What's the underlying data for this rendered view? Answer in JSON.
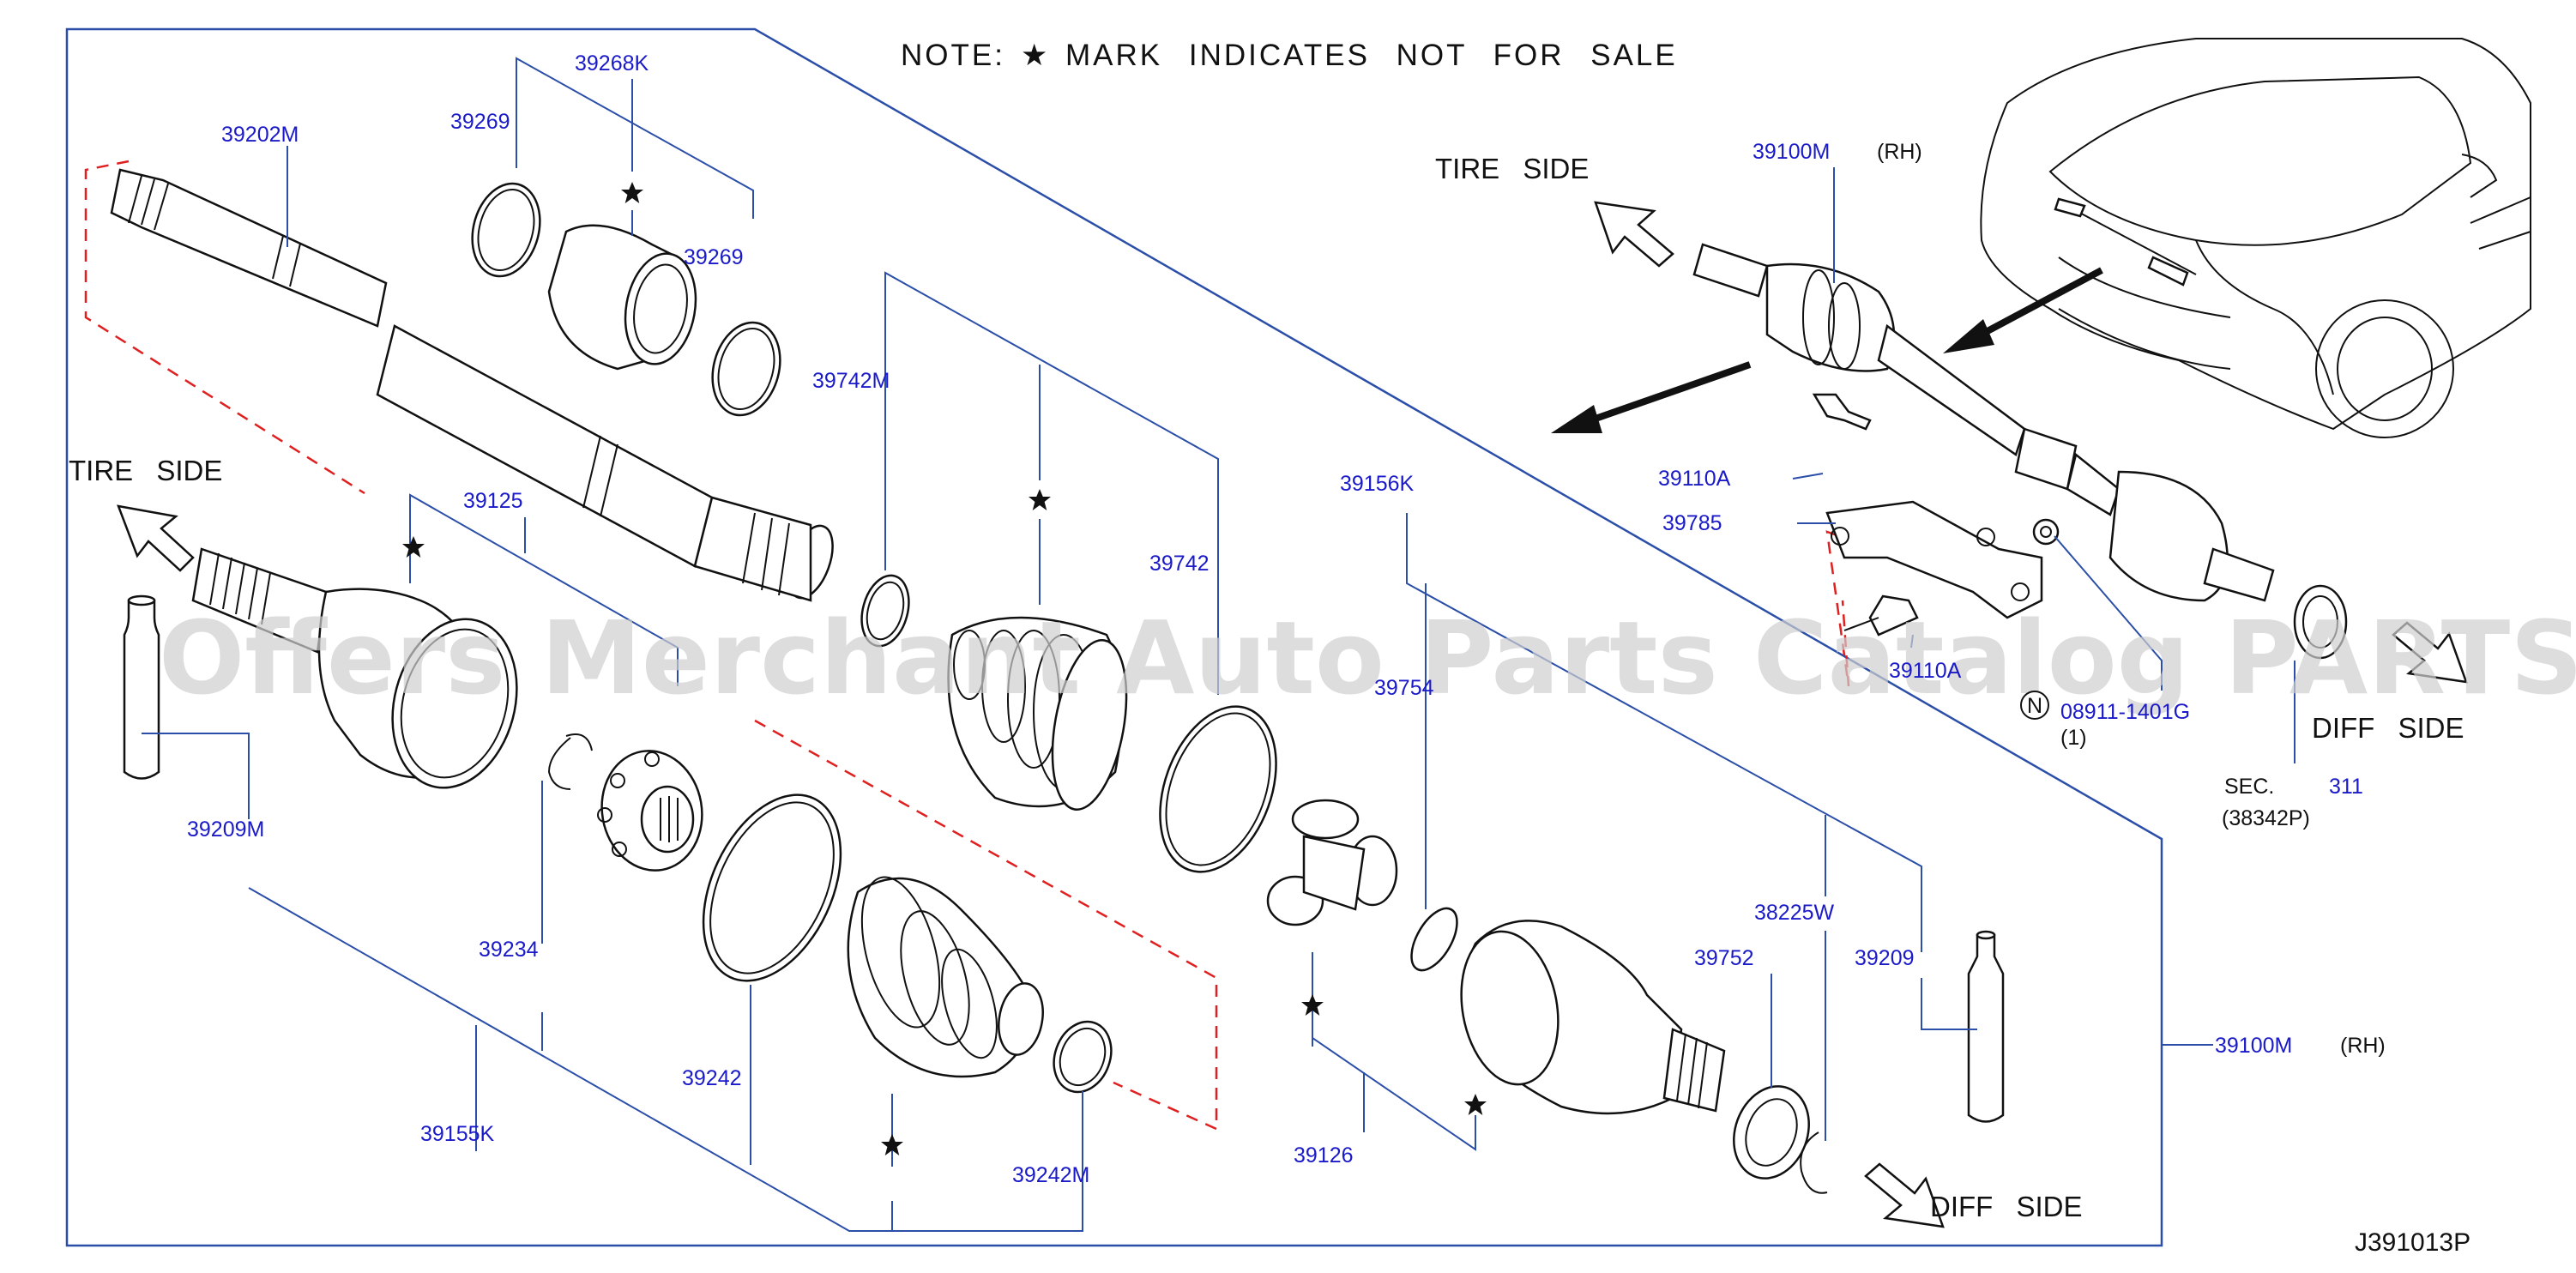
{
  "note": {
    "prefix": "NOTE:",
    "star": "★",
    "text": "MARK INDICATES NOT FOR SALE"
  },
  "sides": {
    "tire_left": "TIRE SIDE",
    "tire_right": "TIRE SIDE",
    "diff_bottom": "DIFF SIDE",
    "diff_right": "DIFF SIDE"
  },
  "parts": {
    "p39202M": "39202M",
    "p39268K": "39268K",
    "p39269a": "39269",
    "p39269b": "39269",
    "p39742M": "39742M",
    "p39125": "39125",
    "p39742": "39742",
    "p39156K": "39156K",
    "p39754": "39754",
    "p39209M": "39209M",
    "p39234": "39234",
    "p39242": "39242",
    "p39155K": "39155K",
    "p39242M": "39242M",
    "p39126": "39126",
    "p38225W": "38225W",
    "p39752": "39752",
    "p39209": "39209",
    "p39100M_bottom": "39100M",
    "p39100M_top": "39100M",
    "p39110A_a": "39110A",
    "p39785": "39785",
    "p39110A_b": "39110A",
    "p08911": "08911-1401G"
  },
  "qualifiers": {
    "rh_top": "(RH)",
    "rh_bottom": "(RH)",
    "qty": "(1)",
    "n_symbol": "N"
  },
  "section": {
    "prefix": "SEC.",
    "number": "311",
    "sub": "(38342P)"
  },
  "diagram_code": "J391013P",
  "watermark": "Offers Merchant Auto Parts Catalog PARTSTORE.SA"
}
